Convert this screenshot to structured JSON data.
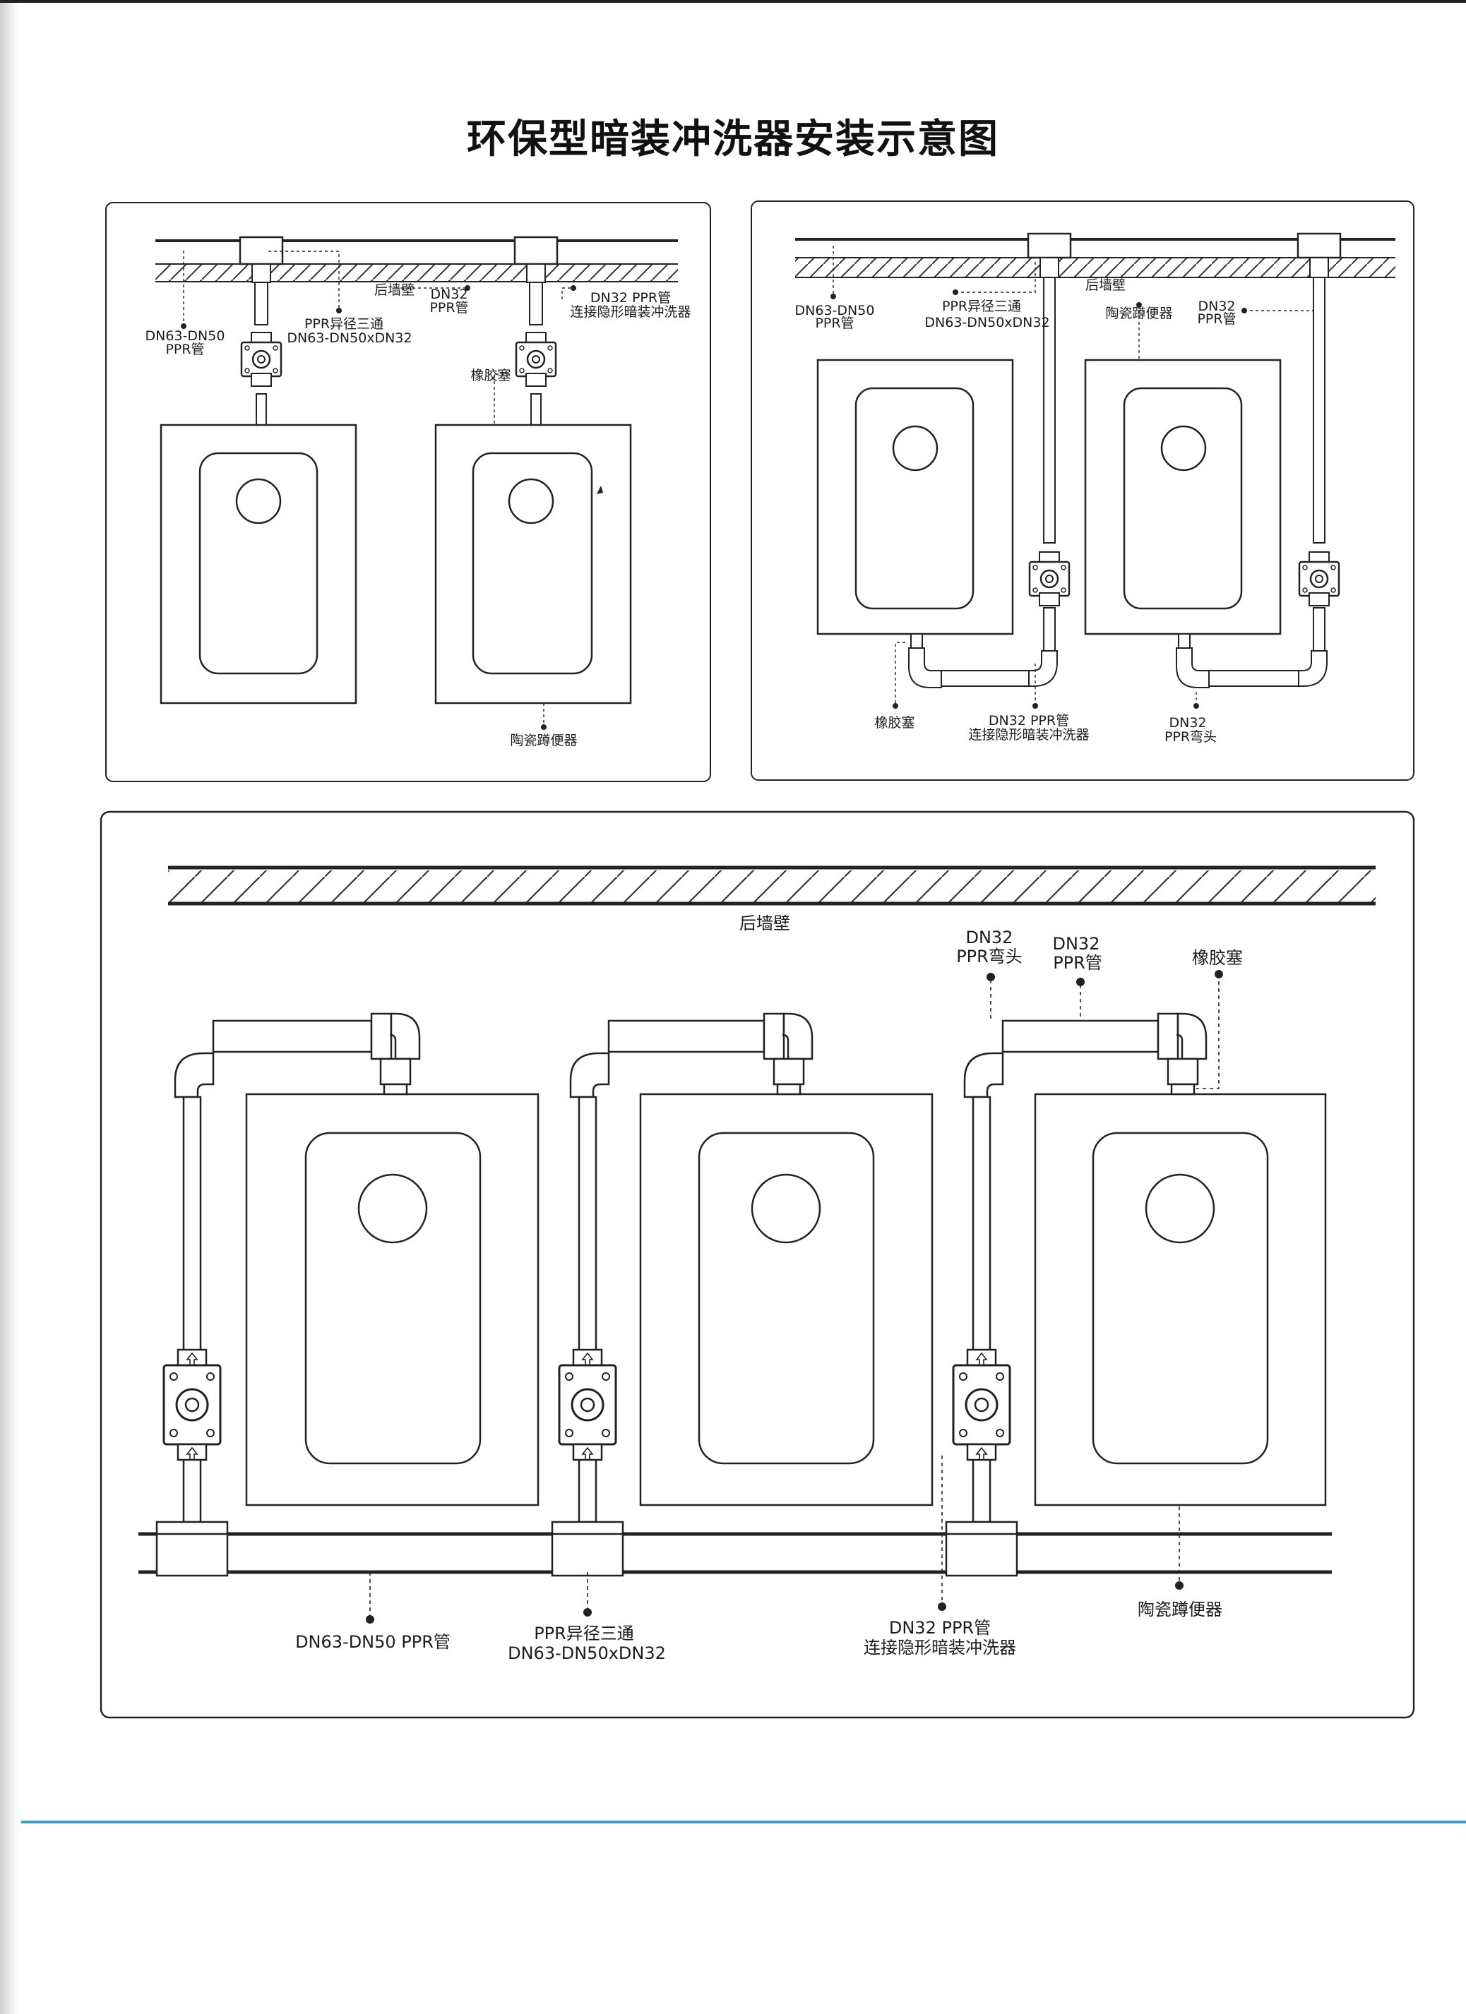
{
  "title": "环保型暗装冲洗器安装示意图",
  "panel_a": {
    "wall": "后墙壁",
    "main_pipe": [
      "DN63-DN50",
      "PPR管"
    ],
    "tee": [
      "PPR异径三通",
      "DN63-DN50xDN32"
    ],
    "branch_pipe": [
      "DN32",
      "PPR管"
    ],
    "flusher": [
      "DN32 PPR管",
      "连接隐形暗装冲洗器"
    ],
    "plug": "橡胶塞",
    "toilet": "陶瓷蹲便器"
  },
  "panel_b": {
    "wall": "后墙壁",
    "main_pipe": [
      "DN63-DN50",
      "PPR管"
    ],
    "tee": [
      "PPR异径三通",
      "DN63-DN50xDN32"
    ],
    "toilet": "陶瓷蹲便器",
    "branch_pipe": [
      "DN32",
      "PPR管"
    ],
    "plug": "橡胶塞",
    "flusher": [
      "DN32 PPR管",
      "连接隐形暗装冲洗器"
    ],
    "elbow": [
      "DN32",
      "PPR弯头"
    ]
  },
  "panel_c": {
    "wall": "后墙壁",
    "elbow": [
      "DN32",
      "PPR弯头"
    ],
    "branch_pipe": [
      "DN32",
      "PPR管"
    ],
    "plug": "橡胶塞",
    "main_pipe": "DN63-DN50 PPR管",
    "tee": [
      "PPR异径三通",
      "DN63-DN50xDN32"
    ],
    "flusher": [
      "DN32 PPR管",
      "连接隐形暗装冲洗器"
    ],
    "toilet": "陶瓷蹲便器"
  }
}
